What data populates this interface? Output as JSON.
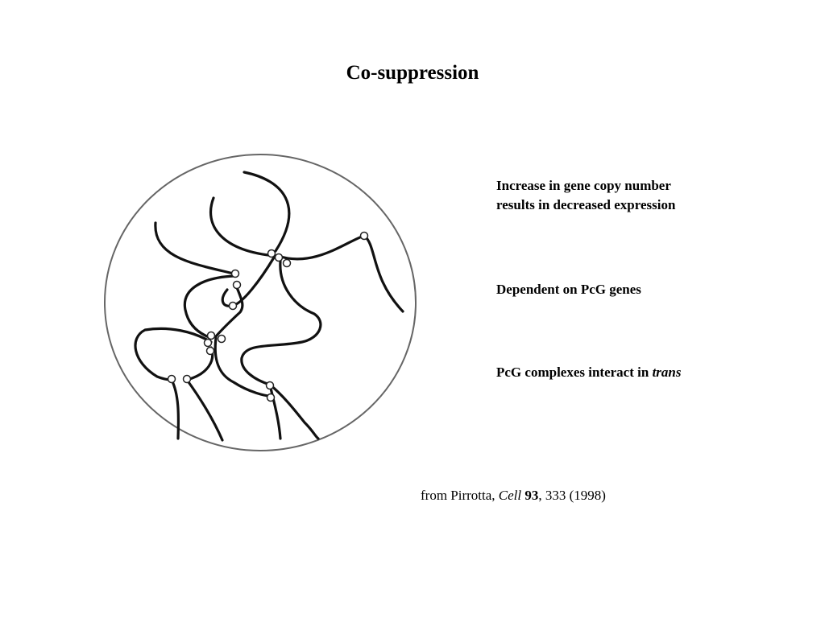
{
  "title": "Co-suppression",
  "bullets": {
    "copy_number": {
      "line1": "Increase in gene copy number",
      "line2": "results in decreased expression"
    },
    "pcg_dependence": {
      "text": "Dependent on PcG genes"
    },
    "trans_interaction": {
      "text": "PcG complexes interact in ",
      "emphasis": "trans"
    }
  },
  "citation": {
    "prefix": "from Pirrotta, ",
    "journal": "Cell",
    "volume": "93",
    "rest": ", 333 (1998)"
  },
  "colors": {
    "background": "#ffffff",
    "text": "#000000",
    "fiber": "#111111",
    "nucleus_outline": "#666666",
    "pcg_contact_fill": "#ffffff"
  }
}
